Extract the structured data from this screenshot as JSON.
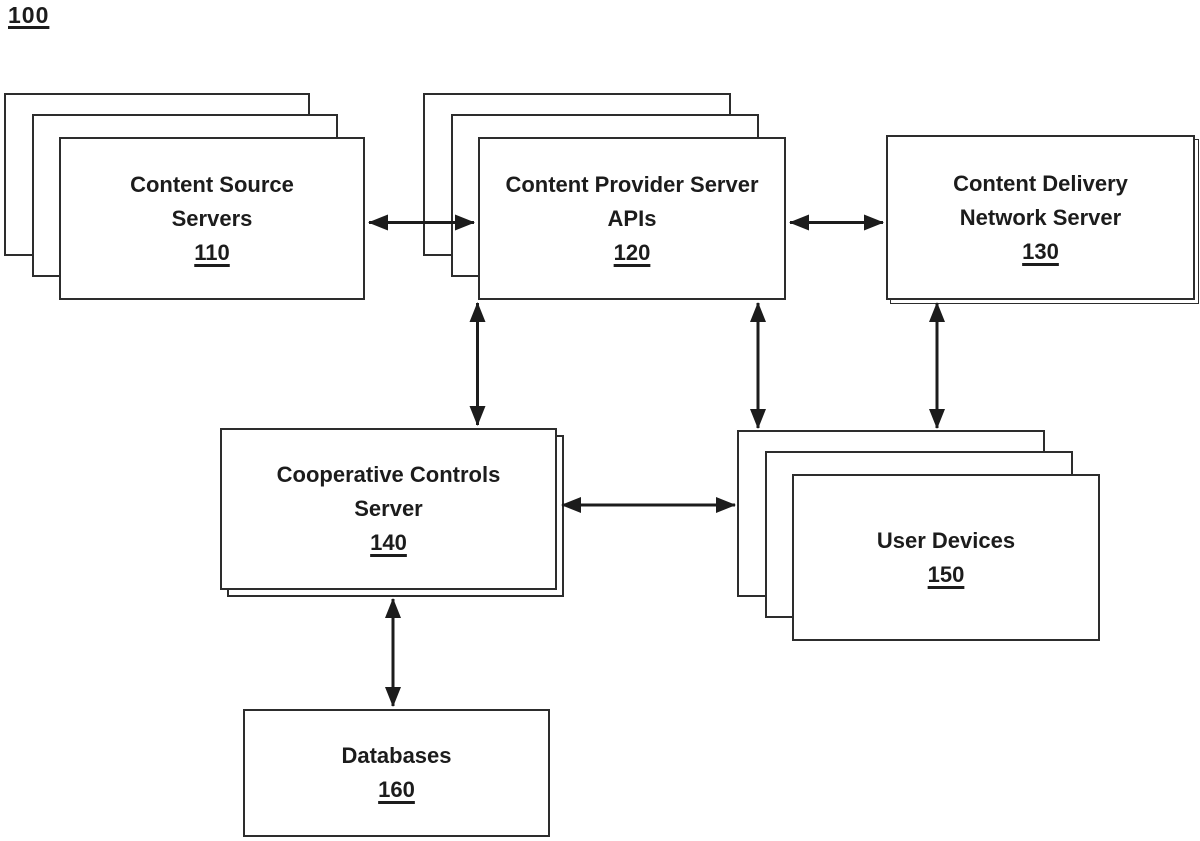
{
  "figure_label": "100",
  "colors": {
    "ink": "#1c1c1c",
    "background": "#ffffff"
  },
  "nodes": [
    {
      "key": "content-source-servers",
      "label": "Content Source Servers",
      "lines": [
        "Content Source",
        "Servers"
      ],
      "number": "110",
      "stacked": true
    },
    {
      "key": "content-provider-server-apis",
      "label": "Content Provider Server APIs",
      "lines": [
        "Content Provider Server",
        "APIs"
      ],
      "number": "120",
      "stacked": true
    },
    {
      "key": "content-delivery-network-server",
      "label": "Content Delivery Network Server",
      "lines": [
        "Content Delivery",
        "Network Server"
      ],
      "number": "130",
      "stacked": false
    },
    {
      "key": "cooperative-controls-server",
      "label": "Cooperative Controls Server",
      "lines": [
        "Cooperative Controls",
        "Server"
      ],
      "number": "140",
      "stacked": false
    },
    {
      "key": "user-devices",
      "label": "User Devices",
      "lines": [
        "User Devices"
      ],
      "number": "150",
      "stacked": true
    },
    {
      "key": "databases",
      "label": "Databases",
      "lines": [
        "Databases"
      ],
      "number": "160",
      "stacked": false
    }
  ],
  "edges": [
    {
      "from": "110",
      "to": "120",
      "type": "bidirectional",
      "orientation": "horizontal"
    },
    {
      "from": "120",
      "to": "130",
      "type": "bidirectional",
      "orientation": "horizontal"
    },
    {
      "from": "120",
      "to": "140",
      "type": "bidirectional",
      "orientation": "vertical"
    },
    {
      "from": "120",
      "to": "150",
      "type": "bidirectional",
      "orientation": "vertical"
    },
    {
      "from": "130",
      "to": "150",
      "type": "bidirectional",
      "orientation": "vertical"
    },
    {
      "from": "140",
      "to": "150",
      "type": "bidirectional",
      "orientation": "horizontal"
    },
    {
      "from": "140",
      "to": "160",
      "type": "bidirectional",
      "orientation": "vertical"
    }
  ]
}
